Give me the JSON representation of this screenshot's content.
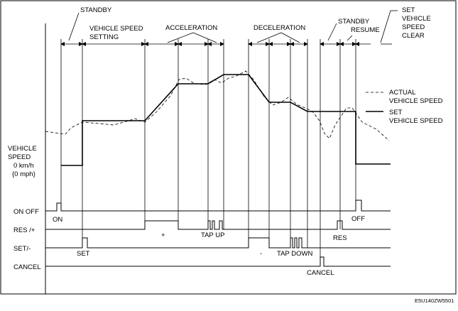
{
  "phases": {
    "standby_1": "STANDBY",
    "vehicle_speed_setting_1": "VEHICLE SPEED",
    "vehicle_speed_setting_2": "SETTING",
    "acceleration": "ACCELERATION",
    "deceleration": "DECELERATION",
    "standby_2": "STANDBY",
    "resume": "RESUME",
    "set_speed_clear_1": "SET",
    "set_speed_clear_2": "VEHICLE",
    "set_speed_clear_3": "SPEED",
    "set_speed_clear_4": "CLEAR"
  },
  "legend": {
    "actual_1": "ACTUAL",
    "actual_2": "VEHICLE SPEED",
    "set_1": "SET",
    "set_2": "VEHICLE SPEED"
  },
  "axis": {
    "speed_1": "VEHICLE",
    "speed_2": "SPEED",
    "zero_kmh": "0 km/h",
    "zero_mph": "{0 mph}"
  },
  "signals": {
    "on_off": "ON OFF",
    "res": "RES /+",
    "set": "SET/-",
    "cancel": "CANCEL"
  },
  "annotations": {
    "on": "ON",
    "off": "OFF",
    "set": "SET",
    "plus": "+",
    "tap_up": "TAP UP",
    "res": "RES",
    "minus": "-",
    "tap_down": "TAP DOWN",
    "cancel": "CANCEL"
  },
  "figure_code": "E5U140ZW5501"
}
